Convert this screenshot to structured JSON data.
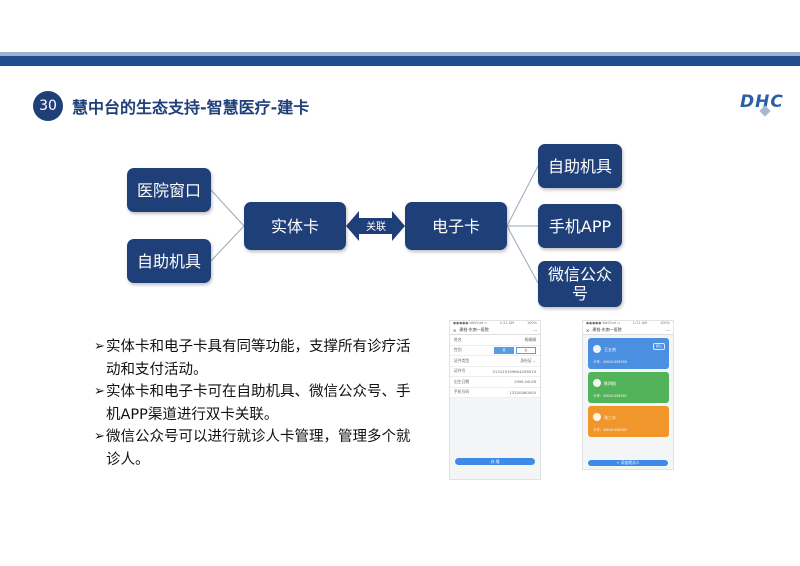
{
  "header": {
    "page_number": "30",
    "title": "慧中台的生态支持-智慧医疗-建卡",
    "logo": "DHC"
  },
  "diagram": {
    "left_nodes": [
      "医院窗口",
      "自助机具"
    ],
    "physical_card": "实体卡",
    "relate_label": "关联",
    "electronic_card": "电子卡",
    "right_nodes": [
      "自助机具",
      "手机APP",
      "微信公众号"
    ]
  },
  "bullets": [
    "实体卡和电子卡具有同等功能，支撑所有诊疗活动和支付活动。",
    "实体卡和电子卡可在自助机具、微信公众号、手机APP渠道进行双卡关联。",
    "微信公众号可以进行就诊人卡管理，管理多个就诊人。"
  ],
  "bullet_marker": "➢",
  "phone_left": {
    "status_left": "●●●●● WeChat ≈",
    "status_center": "1:21 AM",
    "status_right": "100%",
    "nav_title": "建档-东南一医院",
    "nav_more": "···",
    "close": "✕",
    "rows": [
      {
        "label": "姓名",
        "value": "杨娟娟"
      },
      {
        "label": "性别",
        "value": ""
      },
      {
        "label": "证件类型",
        "value": "身份证 ⌄"
      },
      {
        "label": "证件号",
        "value": "513125199604206519"
      },
      {
        "label": "出生日期",
        "value": "1995-06-08"
      },
      {
        "label": "手机号码",
        "value": "13320060000"
      }
    ],
    "gender_options": [
      "男",
      "女"
    ],
    "submit": "办 理"
  },
  "phone_right": {
    "status_left": "●●●●● WeChat ≈",
    "status_center": "1:21 AM",
    "status_right": "100%",
    "nav_title": "建档-东南一医院",
    "nav_more": "···",
    "close": "✕",
    "cards": [
      {
        "name": "王五哈",
        "number": "卡号：36001458360",
        "color": "#4a8fe0",
        "badge": "默认"
      },
      {
        "name": "陈四航",
        "number": "卡号：36001458361",
        "color": "#52b35a",
        "badge": ""
      },
      {
        "name": "张三丰",
        "number": "卡号：36001458362",
        "color": "#f0962a",
        "badge": ""
      }
    ],
    "add_button": "+ 添加就诊人"
  }
}
